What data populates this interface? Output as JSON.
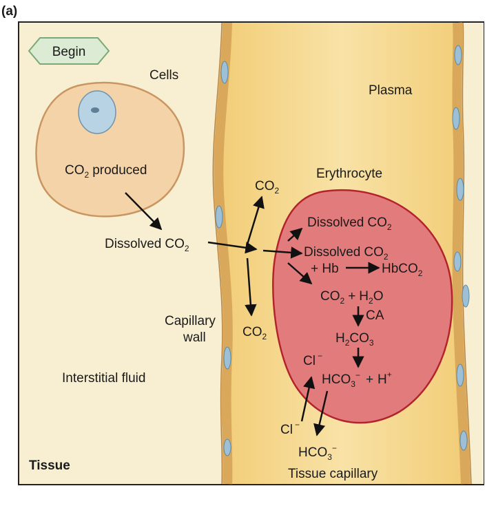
{
  "panel_label": "(a)",
  "begin_label": "Begin",
  "labels": {
    "cells": "Cells",
    "plasma": "Plasma",
    "erythrocyte": "Erythrocyte",
    "co2_produced": "produced",
    "capillary": "Capillary",
    "wall": "wall",
    "interstitial_fluid": "Interstitial fluid",
    "tissue": "Tissue",
    "tissue_capillary": "Tissue capillary",
    "dissolved": "Dissolved",
    "hb_plus": "+ Hb",
    "ca": "CA",
    "cl": "Cl",
    "co": "CO",
    "h": "H",
    "o": "O",
    "hbco": "HbCO",
    "hco": "HCO",
    "plus": "+",
    "sub2": "2",
    "sub3": "3",
    "minus": "−"
  },
  "colors": {
    "interstitial": "#f8efd2",
    "capillary": "#f5d78a",
    "capillary_wall": "#e6b96a",
    "cell_fill": "#f5d3a8",
    "cell_stroke": "#c99561",
    "nucleus": "#b8d3e3",
    "erythrocyte_fill": "#e27b7b",
    "erythrocyte_stroke": "#b3232d",
    "begin_fill": "#dcebd3",
    "begin_stroke": "#7aa876",
    "endothelial_nucleus": "#9dc0d6"
  }
}
